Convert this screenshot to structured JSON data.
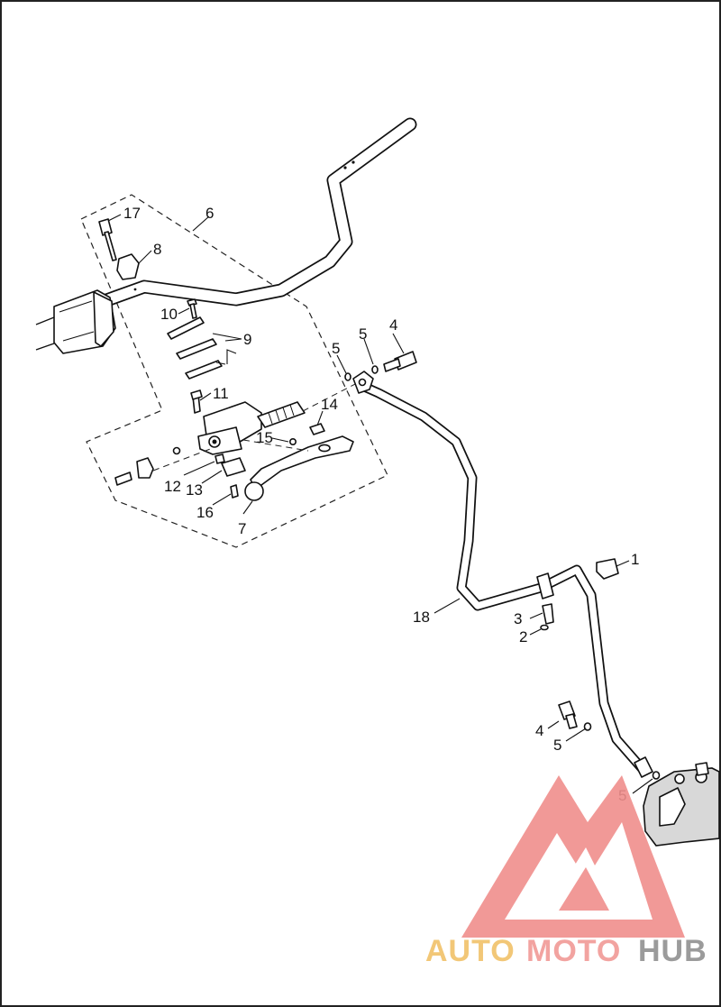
{
  "diagram": {
    "callouts": [
      {
        "key": "c1",
        "text": "1"
      },
      {
        "key": "c2",
        "text": "2"
      },
      {
        "key": "c3",
        "text": "3"
      },
      {
        "key": "c4a",
        "text": "4"
      },
      {
        "key": "c4b",
        "text": "4"
      },
      {
        "key": "c5a",
        "text": "5"
      },
      {
        "key": "c5b",
        "text": "5"
      },
      {
        "key": "c5c",
        "text": "5"
      },
      {
        "key": "c5d",
        "text": "5"
      },
      {
        "key": "c6",
        "text": "6"
      },
      {
        "key": "c7",
        "text": "7"
      },
      {
        "key": "c8",
        "text": "8"
      },
      {
        "key": "c9",
        "text": "9"
      },
      {
        "key": "c10",
        "text": "10"
      },
      {
        "key": "c11",
        "text": "11"
      },
      {
        "key": "c12",
        "text": "12"
      },
      {
        "key": "c13",
        "text": "13"
      },
      {
        "key": "c14",
        "text": "14"
      },
      {
        "key": "c15",
        "text": "15"
      },
      {
        "key": "c16",
        "text": "16"
      },
      {
        "key": "c17",
        "text": "17"
      },
      {
        "key": "c18",
        "text": "18"
      }
    ]
  },
  "watermark": {
    "word_auto": "AUTO",
    "word_moto": "MOTO",
    "word_hub": "HUB",
    "colors": {
      "auto": "#f2c777",
      "moto": "#f2a3a0",
      "hub": "#9b9b9b",
      "triangle": "#f08e8c"
    }
  }
}
